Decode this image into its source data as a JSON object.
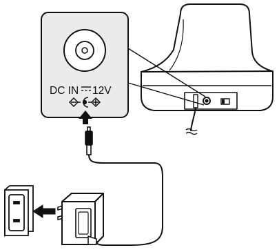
{
  "callout": {
    "port_label": "DC IN",
    "voltage_label": "12V"
  },
  "icons": {
    "dc_symbol": "dc-current-symbol",
    "polarity": "center-negative-polarity-symbol",
    "connect_arrow": "arrow-up",
    "plug_in_arrow": "arrow-right"
  },
  "colors": {
    "line": "#111111",
    "callout_fill": "#ebebeb",
    "base_fill": "#ffffff"
  }
}
